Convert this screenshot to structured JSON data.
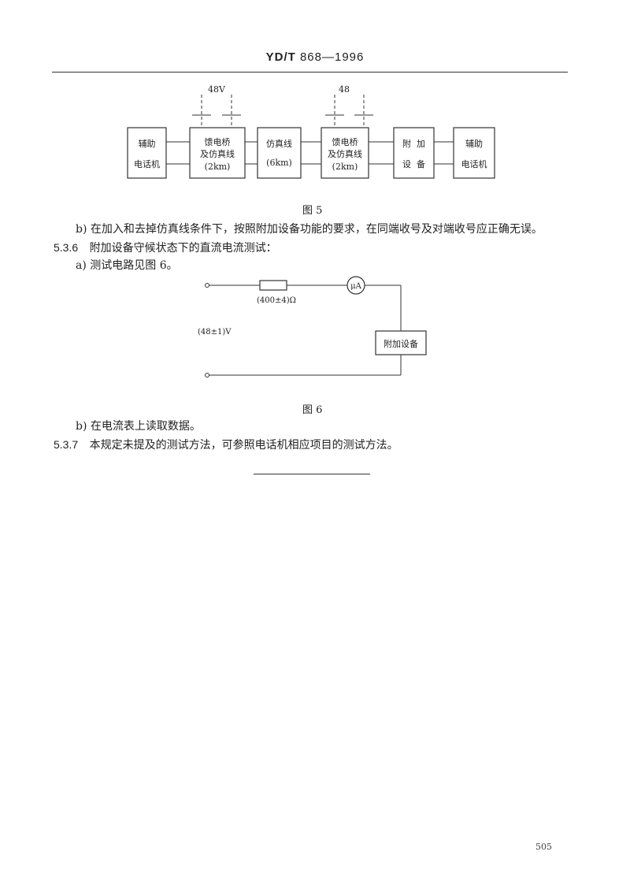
{
  "header": {
    "standard": "YD/T",
    "number": "868—1996"
  },
  "figure5": {
    "voltage_left": "48V",
    "voltage_right": "48",
    "boxes": [
      [
        "辅助",
        "电话机"
      ],
      [
        "馈电桥",
        "及仿真线",
        "(2km)"
      ],
      [
        "仿真线",
        "(6km)"
      ],
      [
        "馈电桥",
        "及仿真线",
        "(2km)"
      ],
      [
        "附  加",
        "设  备"
      ],
      [
        "辅助",
        "电话机"
      ]
    ],
    "caption": "图 5"
  },
  "paragraphs": {
    "b_5_3_5": "b) 在加入和去掉仿真线条件下，按照附加设备功能的要求，在同端收号及对端收号应正确无误。",
    "sec_5_3_6_num": "5.3.6",
    "sec_5_3_6_text": "附加设备守候状态下的直流电流测试：",
    "a_5_3_6": "a) 测试电路见图 6。",
    "b_5_3_6": "b) 在电流表上读取数据。",
    "sec_5_3_7_num": "5.3.7",
    "sec_5_3_7_text": "本规定未提及的测试方法，可参照电话机相应项目的测试方法。"
  },
  "figure6": {
    "resistor_label": "(400±4)Ω",
    "meter_label": "μA",
    "voltage_label": "(48±1)V",
    "device_label": "附加设备",
    "caption": "图 6"
  },
  "page_number": "505"
}
